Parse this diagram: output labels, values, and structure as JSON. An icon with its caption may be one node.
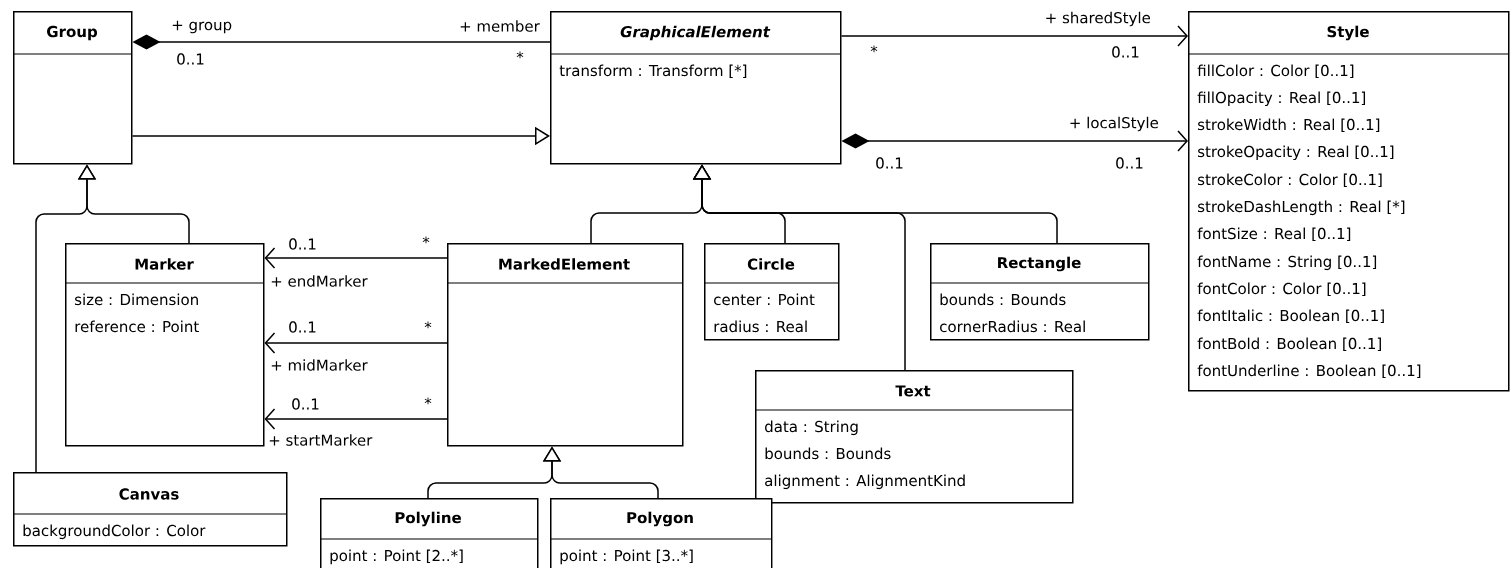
{
  "diagram": {
    "nodes": [
      {
        "text": [
          "Group"
        ]
      },
      {
        "text": [
          "GraphicalElement",
          "transform : Transform [*]"
        ]
      },
      {
        "text": [
          "Style",
          "fillColor : Color [0..1]",
          "fillOpacity : Real [0..1]",
          "strokeWidth : Real [0..1]",
          "strokeOpacity : Real [0..1]",
          "strokeColor : Color [0..1]",
          "strokeDashLength : Real [*]",
          "fontSize : Real [0..1]",
          "fontName : String [0..1]",
          "fontColor : Color [0..1]",
          "fontItalic : Boolean [0..1]",
          "fontBold : Boolean [0..1]",
          "fontUnderline : Boolean [0..1]"
        ]
      },
      {
        "text": [
          "Marker",
          "size : Dimension",
          "reference : Point"
        ]
      },
      {
        "text": [
          "MarkedElement"
        ]
      },
      {
        "text": [
          "Circle",
          "center : Point",
          "radius : Real"
        ]
      },
      {
        "text": [
          "Rectangle",
          "bounds : Bounds",
          "cornerRadius : Real"
        ]
      },
      {
        "text": [
          "Text",
          "data : String",
          "bounds : Bounds",
          "alignment : AlignmentKind"
        ]
      },
      {
        "text": [
          "Canvas",
          "backgroundColor : Color"
        ]
      },
      {
        "text": [
          "Polyline",
          "point : Point [2..*]"
        ]
      },
      {
        "text": [
          "Polygon",
          "point : Point [3..*]"
        ]
      }
    ],
    "edges": [
      {
        "from": 0,
        "to": 1,
        "arrow": "other",
        "label": "+ member"
      },
      {
        "from": 0,
        "to": 1,
        "arrow": "to"
      },
      {
        "from": 1,
        "to": 2,
        "arrow": "to",
        "label": "+ sharedStyle"
      },
      {
        "from": 1,
        "to": 2,
        "arrow": "to",
        "label": "+ localStyle"
      },
      {
        "from": 3,
        "to": 0,
        "arrow": "to"
      },
      {
        "from": 8,
        "to": 0,
        "arrow": "to"
      },
      {
        "from": 4,
        "to": 1,
        "arrow": "to"
      },
      {
        "from": 5,
        "to": 1,
        "arrow": "to"
      },
      {
        "from": 6,
        "to": 1,
        "arrow": "to"
      },
      {
        "from": 7,
        "to": 1,
        "arrow": "to"
      },
      {
        "from": 4,
        "to": 3,
        "arrow": "to",
        "label": "+ endMarker"
      },
      {
        "from": 4,
        "to": 3,
        "arrow": "to",
        "label": "+ midMarker"
      },
      {
        "from": 4,
        "to": 3,
        "arrow": "to",
        "label": "+ startMarker"
      },
      {
        "from": 9,
        "to": 4,
        "arrow": "to"
      },
      {
        "from": 10,
        "to": 4,
        "arrow": "to"
      }
    ],
    "labels": [
      "+ group",
      "0..1",
      "*",
      "*",
      "0..1",
      "0..1",
      "0..1",
      "0..1",
      "*",
      "0..1",
      "*",
      "0..1",
      "*"
    ]
  }
}
